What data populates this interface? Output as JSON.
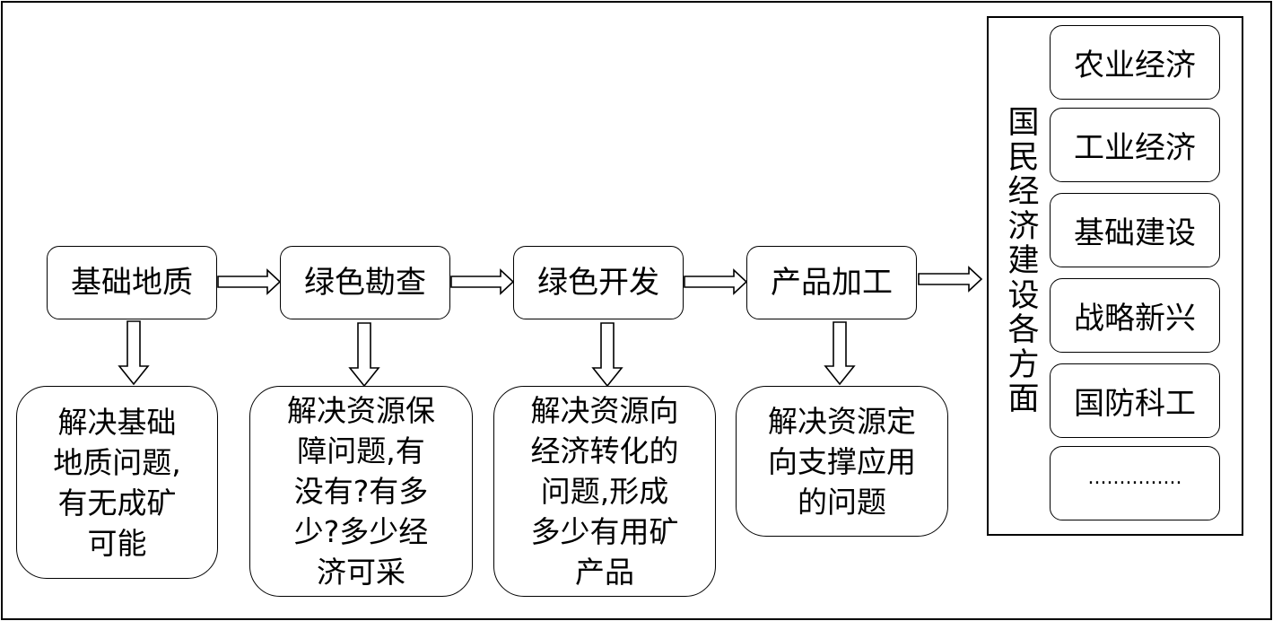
{
  "stages": [
    {
      "label": "基础地质"
    },
    {
      "label": "绿色勘查"
    },
    {
      "label": "绿色开发"
    },
    {
      "label": "产品加工"
    }
  ],
  "descriptions": [
    {
      "lines": [
        "解决基础",
        "地质问题,",
        "有无成矿",
        "可能"
      ]
    },
    {
      "lines": [
        "解决资源保",
        "障问题,有",
        "没有?有多",
        "少?多少经",
        "济可采"
      ]
    },
    {
      "lines": [
        "解决资源向",
        "经济转化的",
        "问题,形成",
        "多少有用矿",
        "产品"
      ]
    },
    {
      "lines": [
        "解决资源定",
        "向支撑应用",
        "的问题"
      ]
    }
  ],
  "target_title": [
    "国",
    "民",
    "经",
    "济",
    "建",
    "设",
    "各",
    "方",
    "面"
  ],
  "sectors": [
    "农业经济",
    "工业经济",
    "基础建设",
    "战略新兴",
    "国防科工",
    "..............."
  ]
}
